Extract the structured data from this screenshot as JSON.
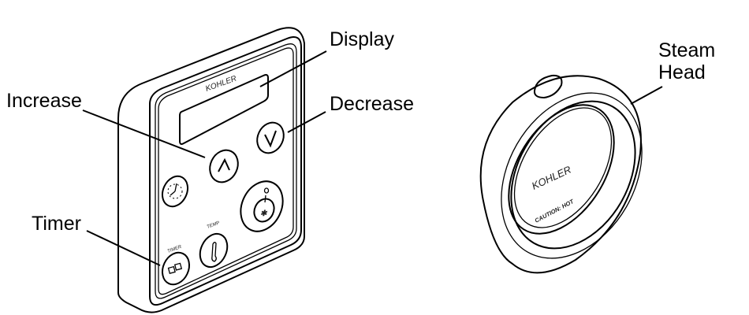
{
  "labels": {
    "display": "Display",
    "increase": "Increase",
    "decrease": "Decrease",
    "timer": "Timer",
    "steam_head_line1": "Steam",
    "steam_head_line2": "Head"
  },
  "keypad": {
    "brand": "KOHLER",
    "timer_button_label": "TIMER",
    "temp_button_label": "TEMP"
  },
  "steam_head": {
    "brand": "KOHLER",
    "warning": "CAUTION: HOT"
  }
}
